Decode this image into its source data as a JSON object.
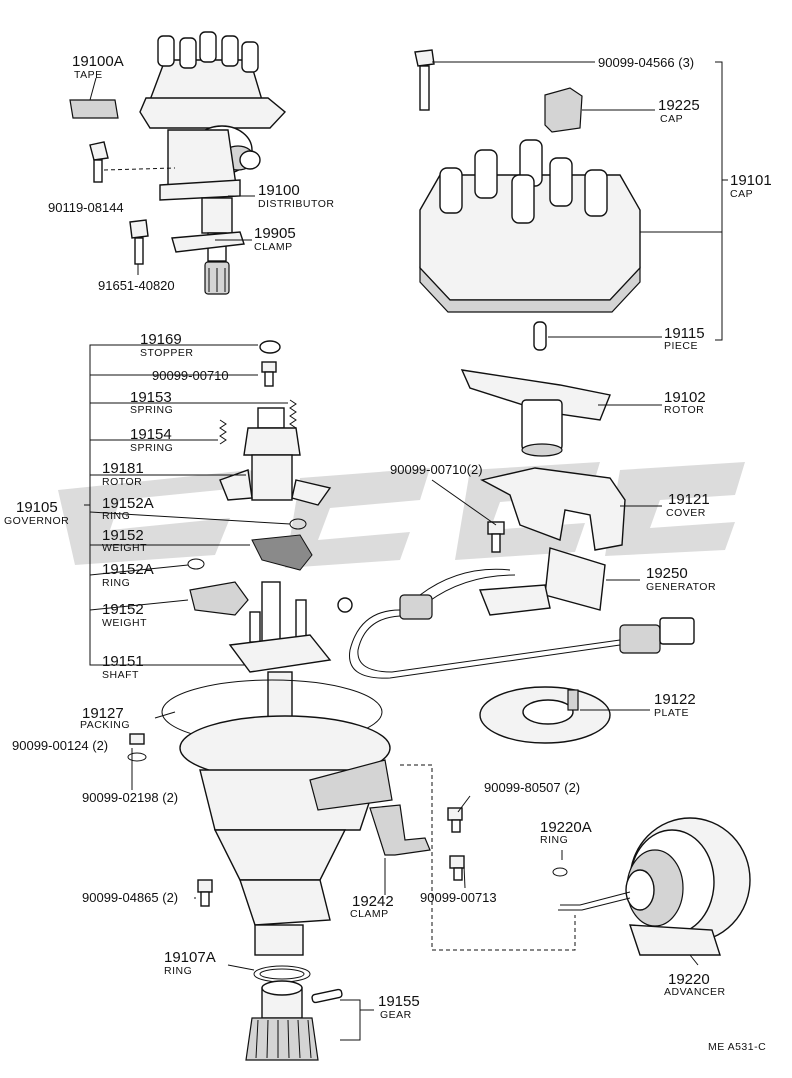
{
  "callouts": [
    {
      "id": "c-19100a",
      "number": "19100A",
      "name": "TAPE"
    },
    {
      "id": "c-90119",
      "number": "90119-08144",
      "name": ""
    },
    {
      "id": "c-19100",
      "number": "19100",
      "name": "DISTRIBUTOR"
    },
    {
      "id": "c-19905",
      "number": "19905",
      "name": "CLAMP"
    },
    {
      "id": "c-91651",
      "number": "91651-40820",
      "name": ""
    },
    {
      "id": "c-90099-04566",
      "number": "90099-04566 (3)",
      "name": ""
    },
    {
      "id": "c-19225",
      "number": "19225",
      "name": "CAP"
    },
    {
      "id": "c-19101",
      "number": "19101",
      "name": "CAP"
    },
    {
      "id": "c-19115",
      "number": "19115",
      "name": "PIECE"
    },
    {
      "id": "c-19169",
      "number": "19169",
      "name": "STOPPER"
    },
    {
      "id": "c-90099-00710a",
      "number": "90099-00710",
      "name": ""
    },
    {
      "id": "c-19153",
      "number": "19153",
      "name": "SPRING"
    },
    {
      "id": "c-19154",
      "number": "19154",
      "name": "SPRING"
    },
    {
      "id": "c-19181",
      "number": "19181",
      "name": "ROTOR"
    },
    {
      "id": "c-19105",
      "number": "19105",
      "name": "GOVERNOR"
    },
    {
      "id": "c-19152a-1",
      "number": "19152A",
      "name": "RING"
    },
    {
      "id": "c-19152-1",
      "number": "19152",
      "name": "WEIGHT"
    },
    {
      "id": "c-19152a-2",
      "number": "19152A",
      "name": "RING"
    },
    {
      "id": "c-19152-2",
      "number": "19152",
      "name": "WEIGHT"
    },
    {
      "id": "c-19151",
      "number": "19151",
      "name": "SHAFT"
    },
    {
      "id": "c-19102",
      "number": "19102",
      "name": "ROTOR"
    },
    {
      "id": "c-90099-00710b",
      "number": "90099-00710(2)",
      "name": ""
    },
    {
      "id": "c-19121",
      "number": "19121",
      "name": "COVER"
    },
    {
      "id": "c-19250",
      "number": "19250",
      "name": "GENERATOR"
    },
    {
      "id": "c-19127",
      "number": "19127",
      "name": "PACKING"
    },
    {
      "id": "c-90099-00124",
      "number": "90099-00124 (2)",
      "name": ""
    },
    {
      "id": "c-90099-02198",
      "number": "90099-02198 (2)",
      "name": ""
    },
    {
      "id": "c-19122",
      "number": "19122",
      "name": "PLATE"
    },
    {
      "id": "c-90099-80507",
      "number": "90099-80507 (2)",
      "name": ""
    },
    {
      "id": "c-19220a",
      "number": "19220A",
      "name": "RING"
    },
    {
      "id": "c-90099-04865",
      "number": "90099-04865 (2)",
      "name": ""
    },
    {
      "id": "c-19242",
      "number": "19242",
      "name": "CLAMP"
    },
    {
      "id": "c-90099-00713",
      "number": "90099-00713",
      "name": ""
    },
    {
      "id": "c-19107a",
      "number": "19107A",
      "name": "RING"
    },
    {
      "id": "c-19155",
      "number": "19155",
      "name": "GEAR"
    },
    {
      "id": "c-19220",
      "number": "19220",
      "name": "ADVANCER"
    }
  ],
  "footer": {
    "code": "ME  A531-C"
  }
}
